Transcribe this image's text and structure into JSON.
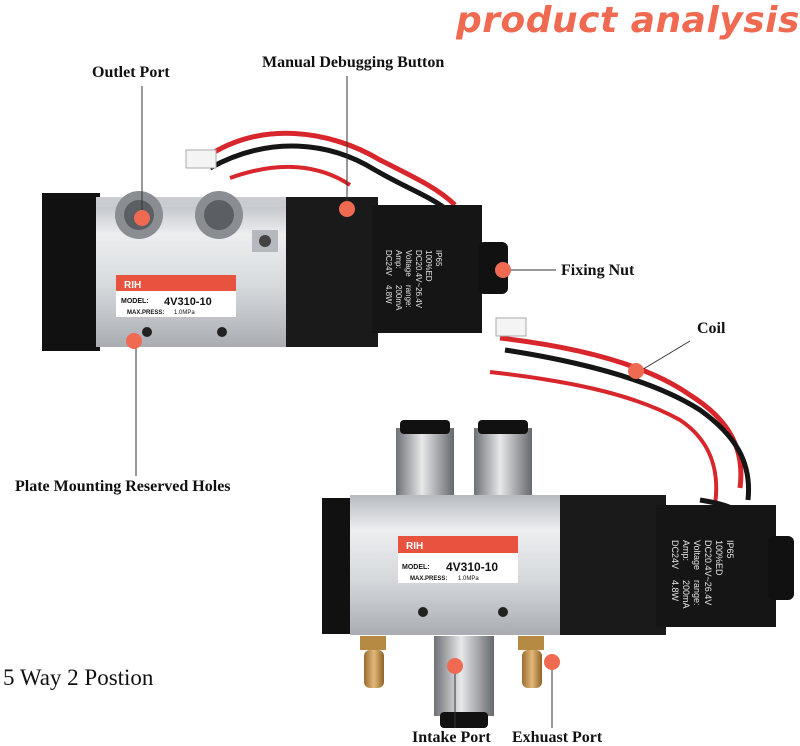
{
  "header": {
    "title": "product analysis"
  },
  "labels": {
    "outlet_port": "Outlet Port",
    "manual_button": "Manual Debugging Button",
    "fixing_nut": "Fixing Nut",
    "coil": "Coil",
    "mounting_holes": "Plate Mounting Reserved Holes",
    "intake_port": "Intake Port",
    "exhaust_port": "Exhuast Port"
  },
  "subtitle": "5 Way 2 Postion",
  "valve_top": {
    "brand": "RIH",
    "model_label": "MODEL:",
    "model": "4V310-10",
    "press_label": "MAX.PRESS:",
    "press": "1.0MPa",
    "coil_lines": [
      "DC24V",
      "Amp:",
      "Voltage",
      "DC20.4V~26.4V",
      "100%ED",
      "IP65",
      "4.8W",
      "200mA",
      "range:"
    ]
  },
  "valve_bottom": {
    "brand": "RIH",
    "model_label": "MODEL:",
    "model": "4V310-10",
    "press_label": "MAX.PRESS:",
    "press": "1.0MPa",
    "coil_lines": [
      "DC24V",
      "Amp:",
      "Voltage",
      "DC20.4V~26.4V",
      "100%ED",
      "IP65",
      "4.8W",
      "200mA",
      "range:"
    ]
  },
  "colors": {
    "accent": "#f06a52",
    "label_red": "#e8533f",
    "wire_red": "#d8272c",
    "body": "#d9dbde",
    "coil": "#151515"
  }
}
